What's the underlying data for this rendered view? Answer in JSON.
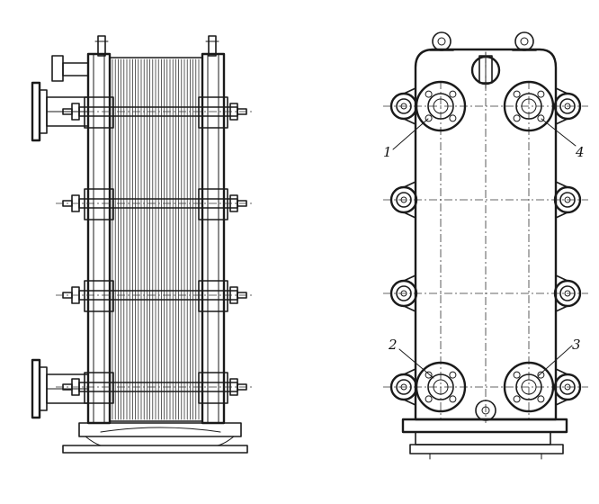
{
  "labels": {
    "port1": "1",
    "port2": "2",
    "port3": "3",
    "port4": "4"
  },
  "colors": {
    "ink": "#1a1a1a",
    "paper": "#ffffff"
  }
}
